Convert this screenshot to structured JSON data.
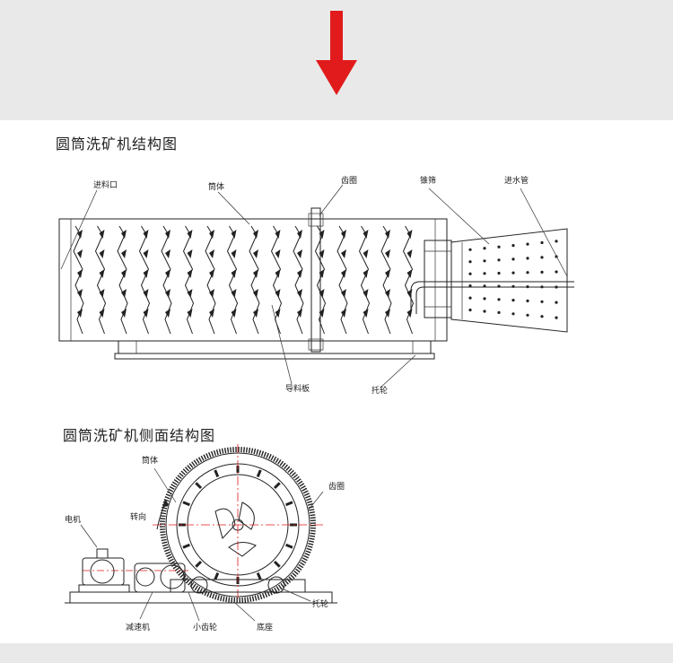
{
  "colors": {
    "arrow": "#e11b1b",
    "band": "#e9e9e9",
    "ink": "#222222",
    "redline": "#e31a1a"
  },
  "header": {
    "arrow_icon": "down-arrow-icon"
  },
  "front_view": {
    "title": "圆筒洗矿机结构图",
    "labels": {
      "feed_inlet": "进料口",
      "drum": "筒体",
      "gear_ring": "齿圈",
      "cone_screen": "锥筛",
      "water_pipe": "进水管",
      "guide_plate": "导料板",
      "support_wheel": "托轮"
    }
  },
  "side_view": {
    "title": "圆筒洗矿机侧面结构图",
    "labels": {
      "drum": "筒体",
      "gear_ring": "齿圈",
      "rotation": "转向",
      "motor": "电机",
      "reducer": "减速机",
      "pinion": "小齿轮",
      "base": "底座",
      "support_wheel": "托轮"
    }
  }
}
